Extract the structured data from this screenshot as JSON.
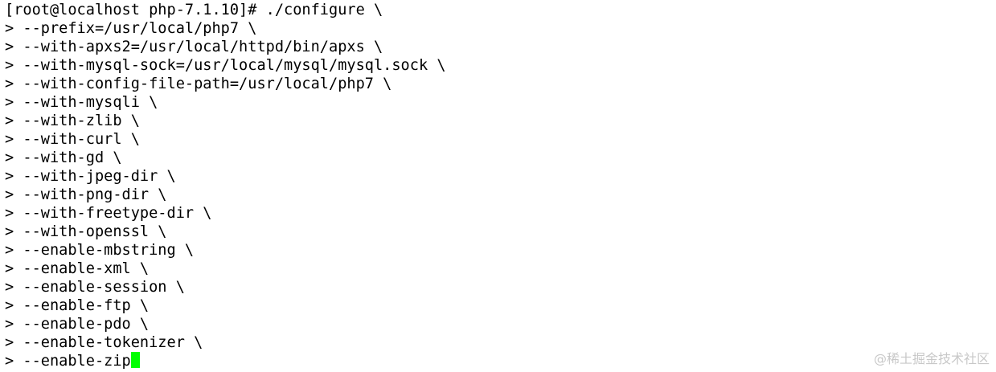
{
  "terminal": {
    "lines": [
      "[root@localhost php-7.1.10]# ./configure \\",
      "> --prefix=/usr/local/php7 \\",
      "> --with-apxs2=/usr/local/httpd/bin/apxs \\",
      "> --with-mysql-sock=/usr/local/mysql/mysql.sock \\",
      "> --with-config-file-path=/usr/local/php7 \\",
      "> --with-mysqli \\",
      "> --with-zlib \\",
      "> --with-curl \\",
      "> --with-gd \\",
      "> --with-jpeg-dir \\",
      "> --with-png-dir \\",
      "> --with-freetype-dir \\",
      "> --with-openssl \\",
      "> --enable-mbstring \\",
      "> --enable-xml \\",
      "> --enable-session \\",
      "> --enable-ftp \\",
      "> --enable-pdo \\",
      "> --enable-tokenizer \\",
      "> --enable-zip"
    ],
    "cursor_color": "#00ff00",
    "background_color": "#ffffff",
    "text_color": "#000000"
  },
  "watermark": {
    "text": "@稀土掘金技术社区"
  }
}
